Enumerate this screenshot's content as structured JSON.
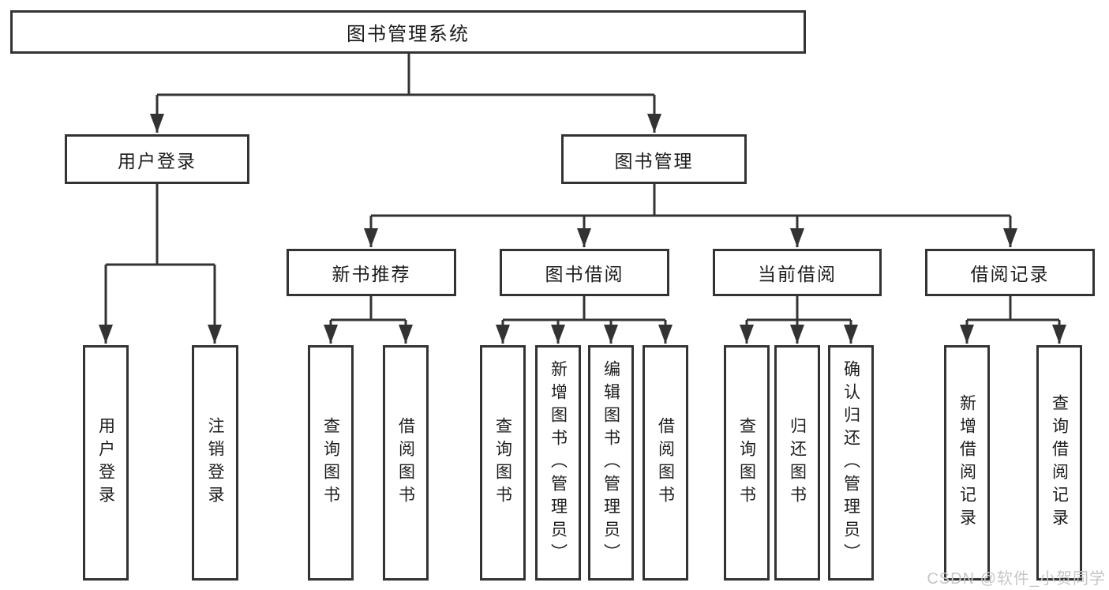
{
  "tree": {
    "label": "图书管理系统",
    "children": [
      {
        "label": "用户登录",
        "children": [
          {
            "label": "用户登录"
          },
          {
            "label": "注销登录"
          }
        ]
      },
      {
        "label": "图书管理",
        "children": [
          {
            "label": "新书推荐",
            "children": [
              {
                "label": "查询图书"
              },
              {
                "label": "借阅图书"
              }
            ]
          },
          {
            "label": "图书借阅",
            "children": [
              {
                "label": "查询图书"
              },
              {
                "label": "新增图书（管理员）"
              },
              {
                "label": "编辑图书（管理员）"
              },
              {
                "label": "借阅图书"
              }
            ]
          },
          {
            "label": "当前借阅",
            "children": [
              {
                "label": "查询图书"
              },
              {
                "label": "归还图书"
              },
              {
                "label": "确认归还（管理员）"
              }
            ]
          },
          {
            "label": "借阅记录",
            "children": [
              {
                "label": "新增借阅记录"
              },
              {
                "label": "查询借阅记录"
              }
            ]
          }
        ]
      }
    ]
  },
  "watermark": {
    "text": "CSDN @软件_小贺同学",
    "color": "#c6c6c6"
  },
  "style_colors": {
    "line": "#333333",
    "text": "#1c1c1c",
    "background": "#ffffff"
  }
}
